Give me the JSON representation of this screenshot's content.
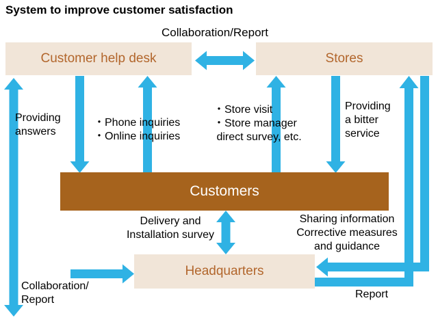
{
  "title": "System to improve customer satisfaction",
  "colors": {
    "accent": "#2fb2e4",
    "node_bg": "#f1e5d8",
    "node_text": "#b2662c",
    "customers_bg": "#a6631d",
    "customers_text": "#ffffff",
    "label_text": "#000000",
    "page_bg": "#ffffff"
  },
  "nodes": {
    "help_desk": "Customer help desk",
    "stores": "Stores",
    "customers": "Customers",
    "headquarters": "Headquarters"
  },
  "labels": {
    "collaboration_report_top": "Collaboration/Report",
    "providing_answers": "Providing\nanswers",
    "phone_online_inquiries": "・Phone inquiries\n・Online inquiries",
    "store_visit_survey": "・Store visit\n・Store manager\n direct survey, etc.",
    "providing_bitter_service": "Providing\na bitter\nservice",
    "delivery_installation_survey": "Delivery and\nInstallation survey",
    "sharing_information": "Sharing information\nCorrective measures\nand guidance",
    "report": "Report",
    "collaboration_report_bottom": "Collaboration/\nReport"
  },
  "edges": [
    {
      "from": "customer_help_desk",
      "to": "stores",
      "direction": "both",
      "label": "Collaboration/Report"
    },
    {
      "from": "customer_help_desk",
      "to": "customers",
      "direction": "one-way",
      "label": "Providing answers"
    },
    {
      "from": "customers",
      "to": "customer_help_desk",
      "direction": "one-way",
      "label": "Phone inquiries, Online inquiries"
    },
    {
      "from": "customers",
      "to": "stores",
      "direction": "one-way",
      "label": "Store visit, Store manager direct survey, etc."
    },
    {
      "from": "stores",
      "to": "customers",
      "direction": "one-way",
      "label": "Providing a bitter service"
    },
    {
      "from": "customers",
      "to": "headquarters",
      "direction": "both",
      "label": "Delivery and Installation survey"
    },
    {
      "from": "customer_help_desk",
      "to": "headquarters",
      "direction": "both",
      "label": "Collaboration/Report"
    },
    {
      "from": "stores",
      "to": "headquarters",
      "direction": "one-way",
      "label": "Sharing information, Corrective measures and guidance"
    },
    {
      "from": "headquarters",
      "to": "stores",
      "direction": "one-way",
      "label": "Report"
    }
  ]
}
